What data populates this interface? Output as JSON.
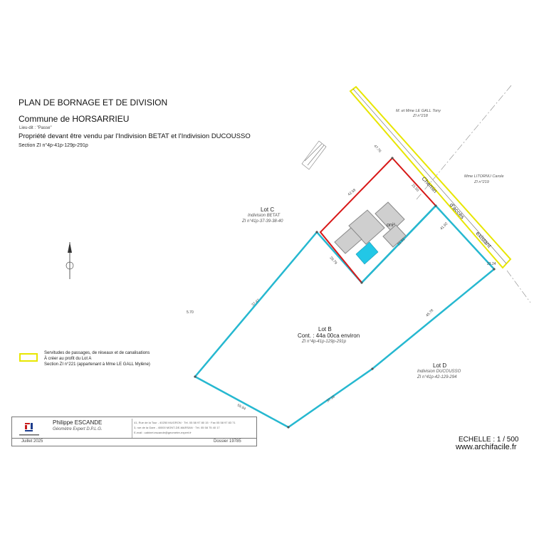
{
  "header": {
    "title": "PLAN DE BORNAGE ET DE DIVISION",
    "commune": "Commune de HORSARRIEU",
    "lieu_dit": "Lieu-dit : \"Passe\"",
    "propriete": "Propriété devant être vendu par l'Indivision BETAT et l'Indivision DUCOUSSO",
    "section": "Section ZI n°4p-41p-129p-291p"
  },
  "lots": {
    "lot_c": {
      "title": "Lot C",
      "owner": "Indivision BETAT",
      "parcels": "ZI n°41p-37-39-38-40"
    },
    "lot_b": {
      "title": "Lot B",
      "contenance": "Cont. : 44a 00ca environ",
      "parcels": "ZI n°4p-41p-129p-291p"
    },
    "lot_d": {
      "title": "Lot D",
      "owner": "Indivision DUCOUSSO",
      "parcels": "ZI n°41p-42-129-294"
    },
    "lot_a_label": "oni²"
  },
  "neighbours": {
    "north": {
      "name": "M. et Mme LE GALL Tony",
      "parcel": "ZI n°218"
    },
    "east": {
      "name": "Mme LITORNU Carole",
      "parcel": "ZI n°219"
    }
  },
  "road": {
    "word1": "Chemin",
    "word2": "d'accès",
    "word3": "existant"
  },
  "legend": {
    "line1": "Servitudes de passages, de réseaux et de canalisations",
    "line2": "À créer au profit du Lot A",
    "line3": "Section ZI n°221 (appartenant à Mme LE GALL Mylène)"
  },
  "cartouche": {
    "name": "Philippe ESCANDE",
    "role": "Géomètre Expert D.P.L.G.",
    "address": "41, Rue de la Tour - 40250 MUGRON · Tél. 05 58 97 80 15 · Fax 05 58 97 83 71",
    "address2": "3, rue de la Gare - 40000 MONT-DE-MARSAN · Tél. 05 58 75 40 17",
    "email": "E-mail : cabinet.escande@geometre-expert.fr",
    "date": "Juillet 2025",
    "dossier": "Dossier 19785"
  },
  "scale": {
    "echelle": "ECHELLE : 1 / 500",
    "website": "www.archifacile.fr"
  },
  "dimensions": {
    "d1": "42.58",
    "d2": "37.47",
    "d3": "45.78",
    "d4": "37.18",
    "d5": "55.94",
    "d6": "29.79",
    "d7": "41.92",
    "d8": "23.24",
    "d9": "21.51",
    "d10": "47.76",
    "d11": "21.50",
    "d12": "5.70"
  },
  "colors": {
    "lot_a_outline": "#d81818",
    "lot_b_outline": "#26b8d0",
    "servitude": "#e8e600",
    "green": "#2ec42e",
    "pool": "#22c7e6"
  }
}
